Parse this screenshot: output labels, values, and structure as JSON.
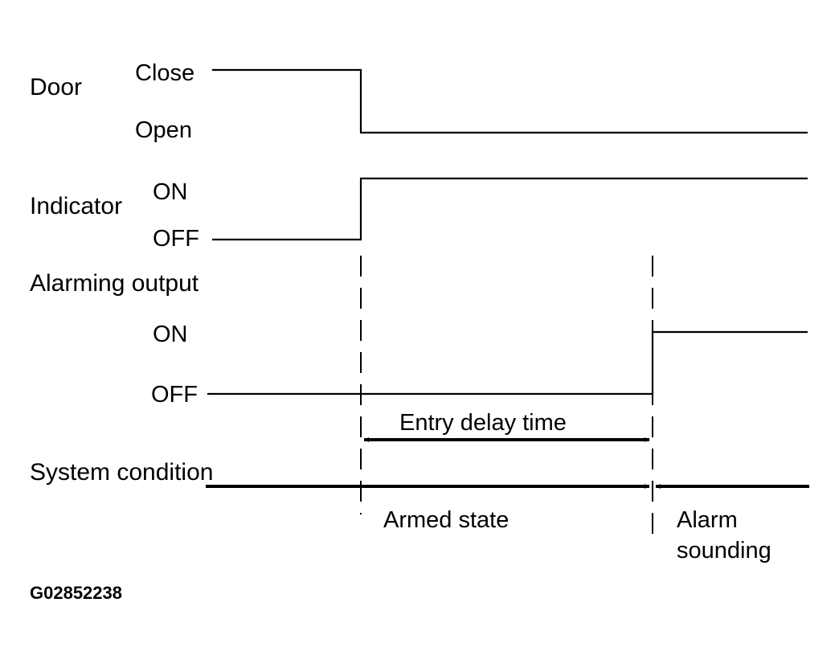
{
  "signals": {
    "door": {
      "label": "Door",
      "high_label": "Close",
      "low_label": "Open"
    },
    "indicator": {
      "label": "Indicator",
      "high_label": "ON",
      "low_label": "OFF"
    },
    "alarming_output": {
      "label": "Alarming output",
      "high_label": "ON",
      "low_label": "OFF"
    },
    "system_condition": {
      "label": "System condition"
    }
  },
  "annotations": {
    "entry_delay": "Entry delay time",
    "armed_state": "Armed state",
    "alarm_sounding_line1": "Alarm",
    "alarm_sounding_line2": "sounding"
  },
  "figure_code": "G02852238"
}
